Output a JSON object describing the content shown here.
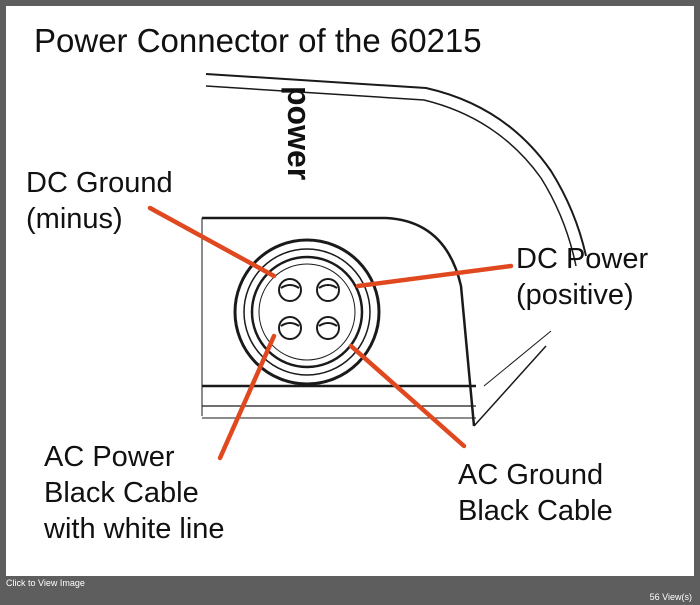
{
  "diagram": {
    "title": "Power Connector of the 60215",
    "housing_label": "power",
    "labels": {
      "dc_ground": [
        "DC Ground",
        "(minus)"
      ],
      "dc_power": [
        "DC Power",
        "(positive)"
      ],
      "ac_power": [
        "AC Power",
        "Black Cable",
        "with white line"
      ],
      "ac_ground": [
        "AC Ground",
        "Black Cable"
      ]
    },
    "colors": {
      "pointer_line": "#e0491f",
      "outline": "#1a1a1a",
      "background": "#ffffff"
    }
  },
  "footer": {
    "click_label": "Click to View Image",
    "views": "56 View(s)"
  }
}
